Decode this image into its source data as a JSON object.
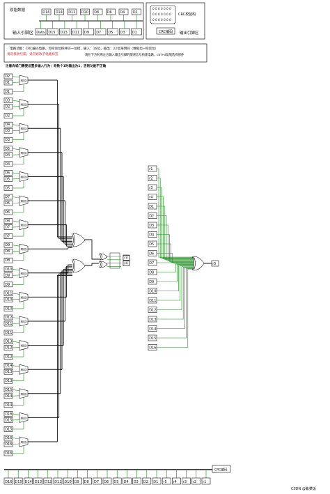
{
  "top_left_panel": {
    "caption_top": "原始数据",
    "caption_bottom": "输入引脚区",
    "top_pins": [
      "D16",
      "D14",
      "D12",
      "D10",
      "D8",
      "D6",
      "D4",
      "D2"
    ],
    "bottom_pins": [
      "Data",
      "D15",
      "D13",
      "D11",
      "D9",
      "D7",
      "D5",
      "D3",
      "D1"
    ]
  },
  "top_right_panel": {
    "display_value": "0 0 0 0 0 0 0\n0 0 0 0 0 0 0\n0 0 0 0 0 0 0",
    "caption_top": "CRC校验码",
    "button_label": "CRC编码",
    "caption_bottom": "输出引脚区"
  },
  "info_box": {
    "line1": "电路功能：CRC编码电路，可校询位移并码一位错，输入：16位，输出：22位海明码（数据位+校验位）",
    "line2_red": "请勿移改引脚，请勿修改子电路标签",
    "line2_right": "请在下方利用左方输入输出引脚的隧道信号构建电路，ctrl+d复制选择部件"
  },
  "note": "注意奔或门需要设置多输入行为：奇数个1时输出为1，否则功能不正确",
  "mux_groups": [
    {
      "inputs": [
        "D2",
        "D1"
      ],
      "select": "D1"
    },
    {
      "inputs": [
        "D3",
        "D2"
      ],
      "select": "D2"
    },
    {
      "inputs": [
        "D4",
        "D3"
      ],
      "select": "D3"
    },
    {
      "inputs": [
        "D5",
        "D4"
      ],
      "select": "D4"
    },
    {
      "inputs": [
        "D6",
        "D5"
      ],
      "select": "D5"
    },
    {
      "inputs": [
        "D7",
        "D6"
      ],
      "select": "D6"
    },
    {
      "inputs": [
        "D8",
        "D7"
      ],
      "select": "D7"
    },
    {
      "inputs": [
        "D9",
        "D8"
      ],
      "select": "D8"
    },
    {
      "inputs": [
        "D10",
        "D9"
      ],
      "select": "D9"
    },
    {
      "inputs": [
        "D11",
        "D10"
      ],
      "select": "D10"
    },
    {
      "inputs": [
        "D12",
        "D11"
      ],
      "select": "D11"
    },
    {
      "inputs": [
        "D13",
        "D12"
      ],
      "select": "D12"
    },
    {
      "inputs": [
        "D14",
        "D13"
      ],
      "select": "D13"
    },
    {
      "inputs": [
        "D15",
        "D14"
      ],
      "select": "D14"
    },
    {
      "inputs": [
        "D16",
        "D15"
      ],
      "select": "D15"
    },
    {
      "inputs": [
        "D16",
        "D16"
      ],
      "select": "D16"
    }
  ],
  "mux_label": "MUX",
  "xor_outputs": [
    "r1",
    "r2",
    "r3",
    "r4"
  ],
  "right_inputs": [
    "r1",
    "r2",
    "r3",
    "r4",
    "D1",
    "D2",
    "D3",
    "D4",
    "D5",
    "D6",
    "D7",
    "D8",
    "D9",
    "D10",
    "D11",
    "D12",
    "D13",
    "D14",
    "D15",
    "D16"
  ],
  "right_output": "r5",
  "bottom_bus_pins": [
    "D16",
    "D15",
    "D14",
    "D13",
    "D12",
    "D11",
    "D10",
    "D9",
    "D8",
    "D7",
    "D6",
    "D5",
    "D4",
    "D3",
    "D2",
    "D1",
    "r5",
    "r4",
    "r3",
    "r2",
    "r1"
  ],
  "bottom_output_label": "CRC编码",
  "watermark": "CSDN @紫菜饭"
}
